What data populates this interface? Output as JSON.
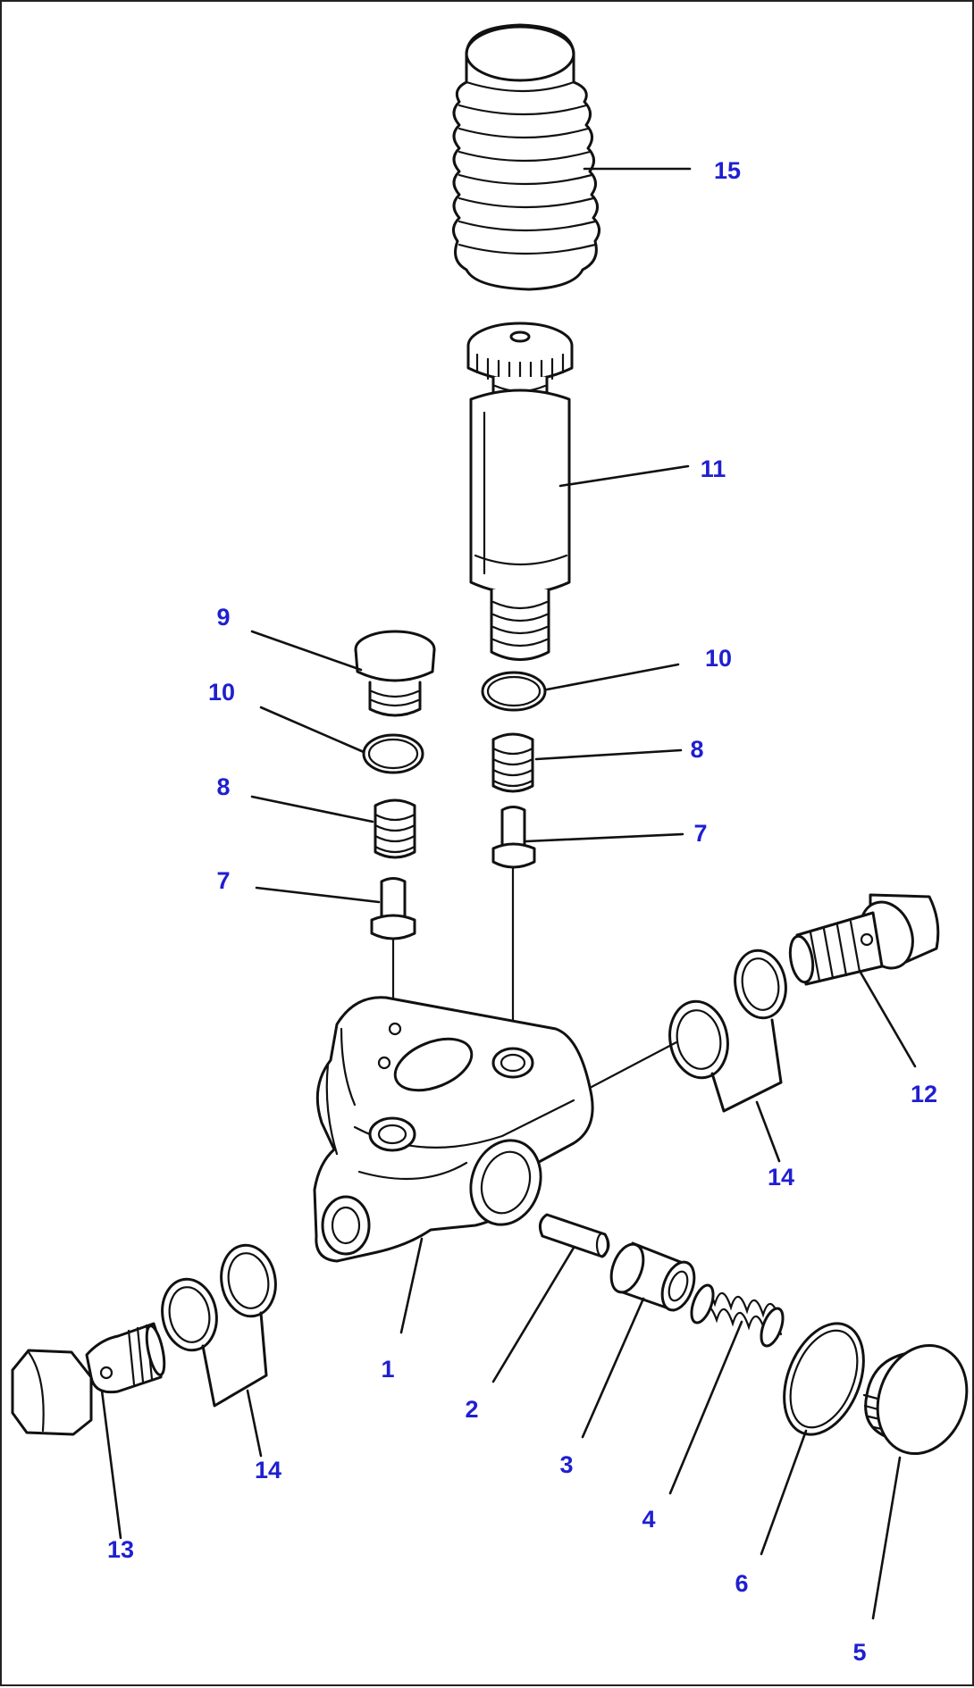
{
  "callouts": [
    {
      "id": "15",
      "label": "15"
    },
    {
      "id": "11",
      "label": "11"
    },
    {
      "id": "9",
      "label": "9"
    },
    {
      "id": "10a",
      "label": "10"
    },
    {
      "id": "10b",
      "label": "10"
    },
    {
      "id": "8a",
      "label": "8"
    },
    {
      "id": "8b",
      "label": "8"
    },
    {
      "id": "7a",
      "label": "7"
    },
    {
      "id": "7b",
      "label": "7"
    },
    {
      "id": "12",
      "label": "12"
    },
    {
      "id": "14a",
      "label": "14"
    },
    {
      "id": "14b",
      "label": "14"
    },
    {
      "id": "1",
      "label": "1"
    },
    {
      "id": "2",
      "label": "2"
    },
    {
      "id": "3",
      "label": "3"
    },
    {
      "id": "4",
      "label": "4"
    },
    {
      "id": "5",
      "label": "5"
    },
    {
      "id": "6",
      "label": "6"
    },
    {
      "id": "13",
      "label": "13"
    }
  ],
  "colors": {
    "callout_text": "#1f1fd0",
    "line_art": "#111111",
    "background": "#ffffff"
  }
}
